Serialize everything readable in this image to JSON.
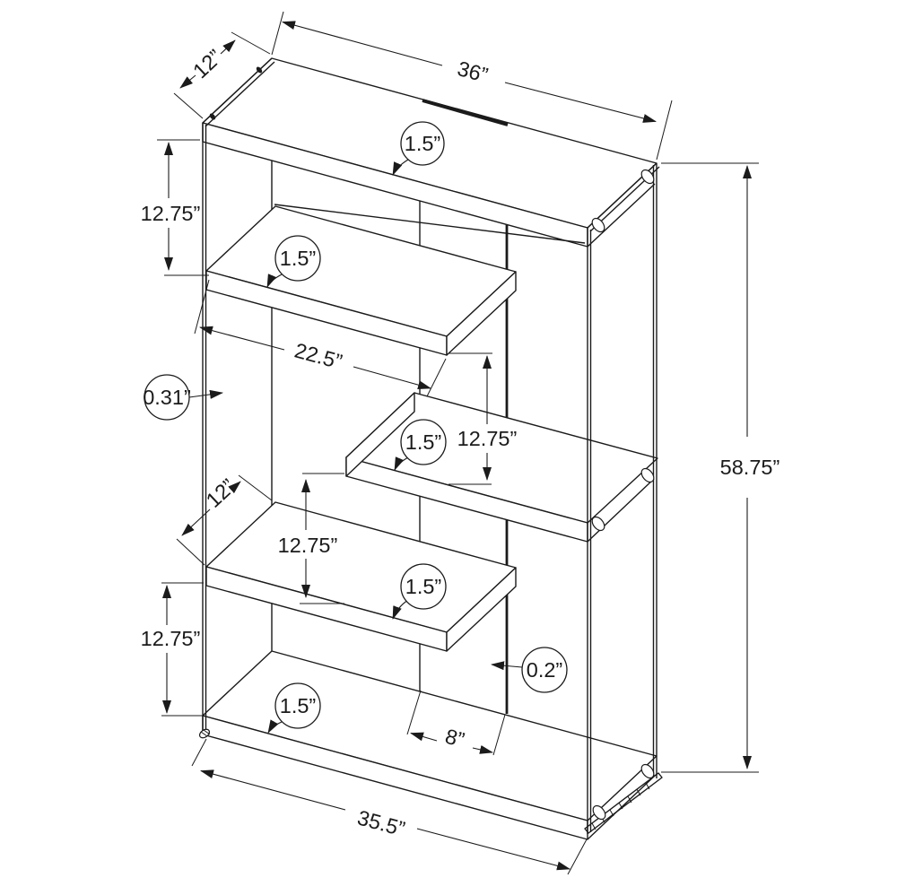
{
  "drawing_type": "furniture dimension diagram",
  "dimensions": {
    "top_depth": "12”",
    "top_width": "36”",
    "top_shelf_thickness": "1.5”",
    "upper_left_shelf_spacing": "12.75”",
    "second_shelf_thickness": "1.5”",
    "middle_shelf_length": "22.5”",
    "glass_panel_thickness": "0.31”",
    "third_shelf_thickness": "1.5”",
    "middle_right_shelf_spacing": "12.75”",
    "fourth_shelf_depth": "12”",
    "middle_left_shelf_spacing": "12.75”",
    "fourth_shelf_thickness": "1.5”",
    "lower_left_shelf_spacing": "12.75”",
    "back_panel_thickness": "0.2”",
    "bottom_shelf_thickness": "1.5”",
    "back_panel_width": "8”",
    "bottom_shelf_width": "35.5”",
    "overall_height": "58.75”"
  }
}
